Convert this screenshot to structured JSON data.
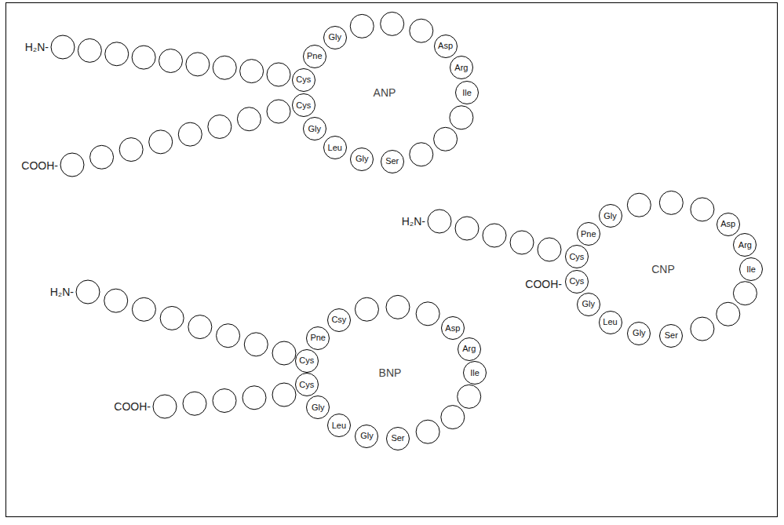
{
  "diagram": {
    "nodes": [
      {
        "text": [
          "Cys"
        ]
      },
      {
        "text": [
          "Pne"
        ]
      },
      {
        "text": [
          "Gly"
        ]
      },
      {
        "text": [
          "Asp"
        ]
      },
      {
        "text": [
          "Arg"
        ]
      },
      {
        "text": [
          "Ile"
        ]
      },
      {
        "text": [
          "Ser"
        ]
      },
      {
        "text": [
          "Gly"
        ]
      },
      {
        "text": [
          "Leu"
        ]
      },
      {
        "text": [
          "Gly"
        ]
      },
      {
        "text": [
          "Cys"
        ]
      },
      {
        "text": [
          "Cys"
        ]
      },
      {
        "text": [
          "Pne"
        ]
      },
      {
        "text": [
          "Gly"
        ]
      },
      {
        "text": [
          "Asp"
        ]
      },
      {
        "text": [
          "Arg"
        ]
      },
      {
        "text": [
          "Ile"
        ]
      },
      {
        "text": [
          "Ser"
        ]
      },
      {
        "text": [
          "Gly"
        ]
      },
      {
        "text": [
          "Leu"
        ]
      },
      {
        "text": [
          "Gly"
        ]
      },
      {
        "text": [
          "Cys"
        ]
      },
      {
        "text": [
          "Cys"
        ]
      },
      {
        "text": [
          "Pne"
        ]
      },
      {
        "text": [
          "Csy"
        ]
      },
      {
        "text": [
          "Asp"
        ]
      },
      {
        "text": [
          "Arg"
        ]
      },
      {
        "text": [
          "Ile"
        ]
      },
      {
        "text": [
          "Ser"
        ]
      },
      {
        "text": [
          "Gly"
        ]
      },
      {
        "text": [
          "Leu"
        ]
      },
      {
        "text": [
          "Gly"
        ]
      },
      {
        "text": [
          "Cys"
        ]
      }
    ],
    "labels": [
      "H₂N-",
      "COOH-",
      "ANP",
      "H₂N-",
      "CNP",
      "COOH-",
      "H₂N-",
      "BNP",
      "COOH-"
    ]
  }
}
